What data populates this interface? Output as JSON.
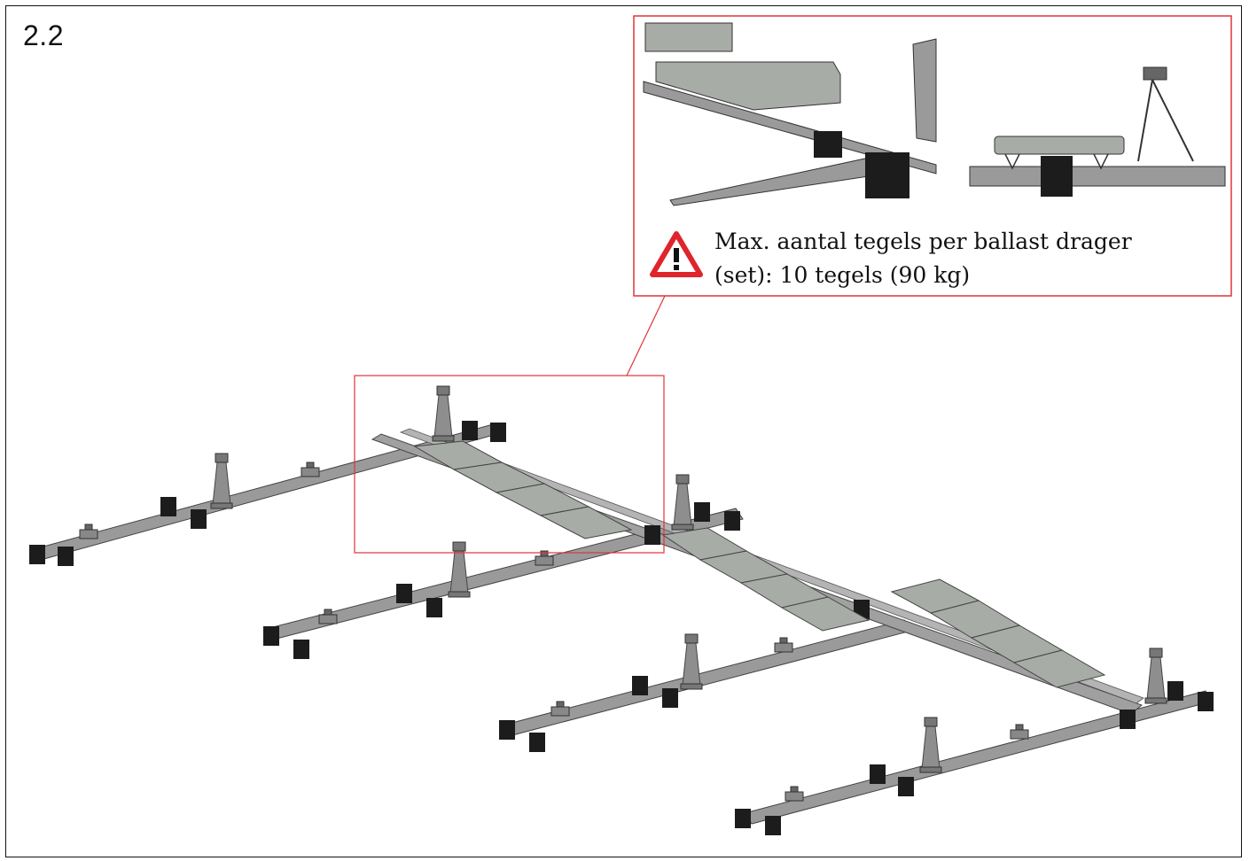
{
  "step": {
    "number": "2.2"
  },
  "callout": {
    "warning_line1": "Max. aantal tegels per ballast drager",
    "warning_line2": "(set): 10 tegels (90 kg)"
  },
  "icons": {
    "warning": "warning-triangle-icon"
  },
  "colors": {
    "frame": "#111111",
    "callout_border": "#e0333a",
    "warning_red": "#e0242c",
    "rail_fill": "#9a9a9a",
    "tile_fill": "#a8aca7",
    "block_fill": "#1c1c1c"
  }
}
